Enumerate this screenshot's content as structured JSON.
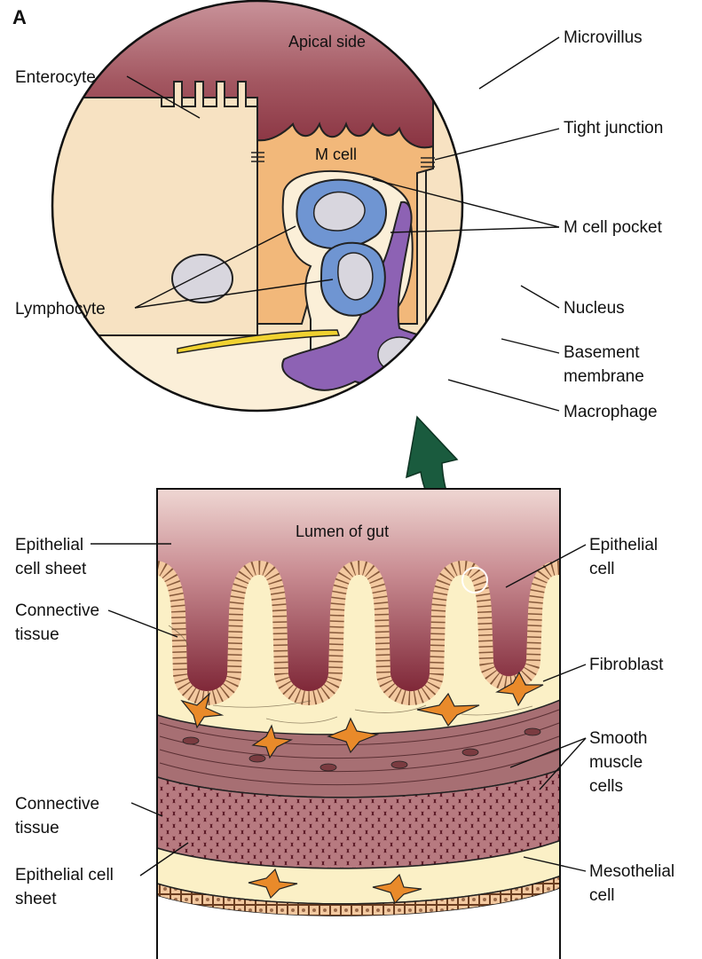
{
  "panel_label": "A",
  "top_view": {
    "inside_labels": {
      "apical": "Apical side",
      "m_cell": "M cell"
    },
    "left_labels": {
      "enterocyte": "Enterocyte",
      "lymphocyte": "Lymphocyte"
    },
    "right_labels": {
      "microvillus": "Microvillus",
      "tight_junction": "Tight junction",
      "m_cell_pocket": "M cell pocket",
      "nucleus": "Nucleus",
      "basement_1": "Basement",
      "basement_2": "membrane",
      "macrophage": "Macrophage"
    }
  },
  "bottom_view": {
    "lumen": "Lumen of gut",
    "left_labels": {
      "epi_sheet_1": "Epithelial",
      "epi_sheet_2": "cell sheet",
      "conn_1": "Connective",
      "conn_2": "tissue",
      "conn_low_1": "Connective",
      "conn_low_2": "tissue",
      "epi_low_1": "Epithelial cell",
      "epi_low_2": "sheet"
    },
    "right_labels": {
      "epi_cell_1": "Epithelial",
      "epi_cell_2": "cell",
      "fibroblast": "Fibroblast",
      "smooth_1": "Smooth",
      "smooth_2": "muscle",
      "smooth_3": "cells",
      "meso_1": "Mesothelial",
      "meso_2": "cell"
    }
  },
  "colors": {
    "cytoplasm": "#f7e2c2",
    "m_cell": "#f2b87a",
    "lumen_dark": "#8e3a47",
    "lymphocyte": "#6f95d2",
    "macrophage": "#8d62b4",
    "nucleus": "#d8d6de",
    "basement": "#f1d230",
    "arrow": "#1a5b3e",
    "connective": "#fbf0c6",
    "muscle": "#a76f73"
  }
}
